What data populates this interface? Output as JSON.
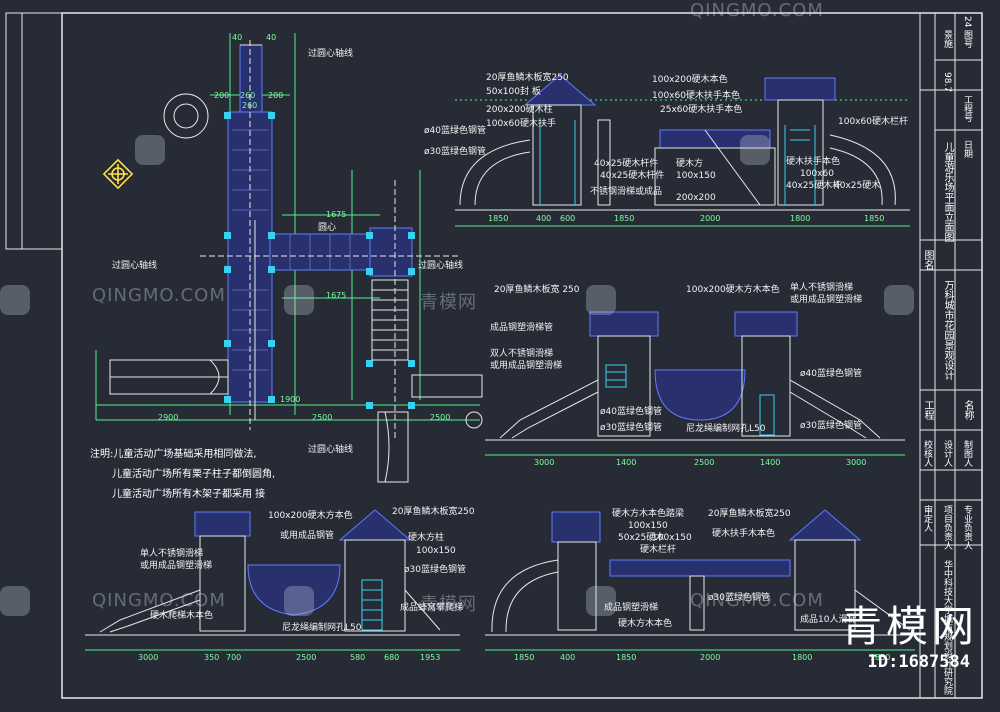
{
  "watermark": {
    "text": "QINGMO.COM",
    "text_cn": "青模网",
    "id_label": "ID:1687584"
  },
  "notes": {
    "line1": "注明:儿童活动广场基础采用相同做法,",
    "line2": "儿童活动广场所有栗子柱子都倒圆角,",
    "line3": "儿童活动广场所有木架子都采用   接"
  },
  "plan": {
    "axis_top": "过圆心轴线",
    "axis_left": "过圆心轴线",
    "axis_right": "过圆心轴线",
    "axis_bottom": "过圆心轴线",
    "center": "圆心",
    "dims": [
      "40",
      "260",
      "40",
      "200",
      "260",
      "200",
      "1675",
      "1675",
      "2900",
      "2500",
      "1900",
      "2500"
    ]
  },
  "elev1": {
    "labels": [
      "20厚鱼鳞木板宽250",
      "50x100封  板",
      "200x200硬木柱",
      "100x60硬木扶手",
      "ø40蓝绿色钢管",
      "ø30蓝绿色钢管",
      "100x200硬木本色",
      "100x60硬木扶手本色",
      "25x60硬木扶手本色",
      "40x25硬木杆件",
      "硬木方",
      "100x150",
      "200x200",
      "40x25硬木杆件",
      "硬木扶手本色",
      "100x60",
      "40x25硬木杆",
      "不锈钢滑梯或成品",
      "100x60硬木栏杆",
      "40x25硬木"
    ],
    "dims": [
      "1850",
      "400",
      "600",
      "1850",
      "2000",
      "1800",
      "1850"
    ]
  },
  "elev2": {
    "labels": [
      "20厚鱼鳞木板宽 250",
      "100x200硬木方木本色",
      "单人不锈钢滑梯",
      "或用成品钢塑滑梯",
      "成品钢塑滑梯管",
      "双人不锈钢滑梯",
      "或用成品钢塑滑梯",
      "ø40蓝绿色钢管",
      "ø30蓝绿色钢管",
      "尼龙绳编制网孔L50",
      "ø40蓝绿色钢管",
      "ø30蓝绿色钢管"
    ],
    "dims": [
      "3000",
      "1400",
      "2500",
      "1400",
      "3000"
    ]
  },
  "elev3": {
    "labels": [
      "100x200硬木方本色",
      "或用成品钢管",
      "单人不锈钢滑梯",
      "或用成品钢塑滑梯",
      "20厚鱼鳞木板宽250",
      "硬木方柱",
      "100x150",
      "ø30蓝绿色钢管",
      "成品蜂窝攀爬梯",
      "硬木爬梯木本色",
      "尼龙绳编制网孔L50"
    ],
    "dims": [
      "3000",
      "350",
      "700",
      "2500",
      "580",
      "680",
      "1953"
    ]
  },
  "elev4": {
    "labels": [
      "硬木方木本色踏梁",
      "100x150",
      "50x25硬木",
      "100x150",
      "硬木栏杆",
      "20厚鱼鳞木板宽250",
      "硬木扶手木本色",
      "成品钢塑滑梯",
      "ø30蓝绿色钢管",
      "成品10人滑梯",
      "硬木方木本色"
    ],
    "dims": [
      "1850",
      "400",
      "1850",
      "2000",
      "1800",
      "1850"
    ]
  },
  "title_block": {
    "project_type": "工程",
    "project_name": "万科城市花园景观设计",
    "drawing_name": "儿童游乐场平面立面图",
    "name_label": "名称",
    "drawing_label": "图名",
    "job_no": "工程号",
    "date_label": "日期",
    "date_value": "98.7",
    "sheet_no": "图号",
    "sheet_value": "景施",
    "page_no": "24",
    "approved": "审定人",
    "checked": "校核人",
    "designed": "设计人",
    "drawn": "制图人",
    "project_lead": "项目负责人",
    "discipline_lead": "专业负责人",
    "company": "华中科技大学城市规划设计研究院"
  }
}
